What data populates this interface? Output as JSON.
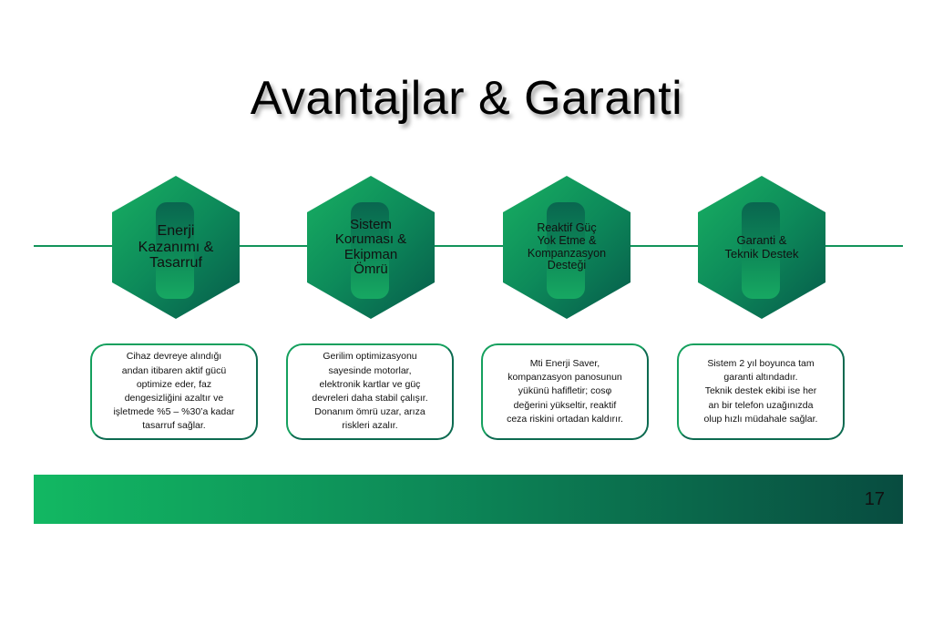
{
  "title": "Avantajlar & Garanti",
  "steps": [
    {
      "label": "Enerji\nKazanımı &\nTasarruf",
      "description": "Cihaz devreye alındığı\nandan itibaren aktif gücü\noptimize eder, faz\ndengesizliğini azaltır ve\nişletmede %5 – %30’a kadar\ntasarruf sağlar."
    },
    {
      "label": "Sistem\nKoruması &\nEkipman\nÖmrü",
      "description": "Gerilim optimizasyonu\nsayesinde motorlar,\nelektronik kartlar ve güç\ndevreleri daha stabil çalışır.\nDonanım ömrü uzar, arıza\nriskleri azalır."
    },
    {
      "label": "Reaktif Güç\nYok Etme &\nKompanzasyon\nDesteği",
      "description": "Mti Enerji Saver,\nkompanzasyon panosunun\nyükünü hafifletir; cosφ\ndeğerini yükseltir, reaktif\nceza riskini ortadan kaldırır."
    },
    {
      "label": "Garanti &\nTeknik Destek",
      "description": "Sistem 2 yıl boyunca tam\ngaranti altındadır.\nTeknik destek ekibi ise her\nan bir telefon uzağınızda\nolup hızlı müdahale sağlar."
    }
  ],
  "page_number": "17",
  "colors": {
    "accent": "#13935a",
    "dark": "#084c40",
    "light": "#12b862"
  }
}
